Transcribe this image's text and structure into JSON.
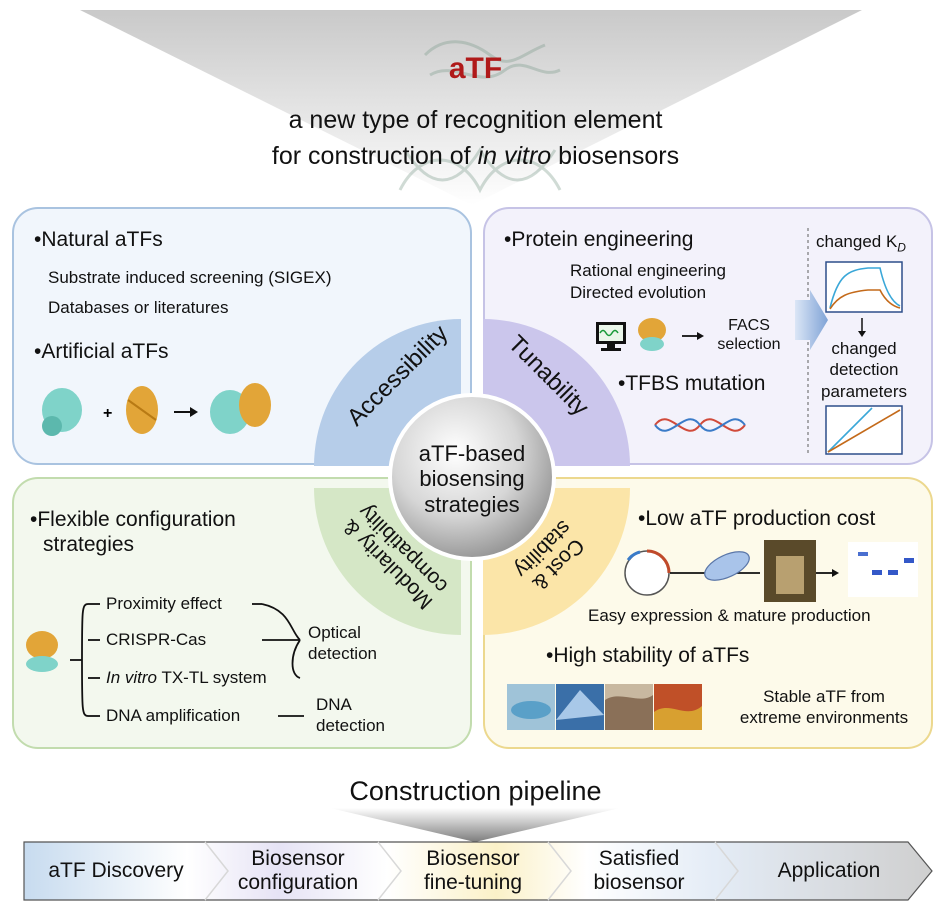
{
  "header": {
    "title": "aTF",
    "subtitle_line1": "a new type of recognition element",
    "subtitle_line2_pre": "for construction of ",
    "subtitle_line2_italic": "in vitro",
    "subtitle_line2_post": " biosensors"
  },
  "center": {
    "line1": "aTF-based",
    "line2": "biosensing",
    "line3": "strategies",
    "quadrants": {
      "accessibility": "Accessibility",
      "tunability": "Tunability",
      "modularity_line1": "Modularity &",
      "modularity_line2": "compatibility",
      "cost_line1": "Cost &",
      "cost_line2": "stability"
    }
  },
  "accessibility_panel": {
    "bullet1": "•Natural aTFs",
    "sub1": "Substrate induced screening (SIGEX)",
    "sub2": "Databases or literatures",
    "bullet2": "•Artificial aTFs",
    "plus": "+"
  },
  "tunability_panel": {
    "bullet1": "•Protein engineering",
    "sub1": "Rational engineering",
    "sub2": "Directed evolution",
    "facs_line1": "FACS",
    "facs_line2": "selection",
    "bullet2": "•TFBS mutation",
    "kd_label": "changed K",
    "kd_sub": "D",
    "changed_line1": "changed",
    "changed_line2": "detection",
    "changed_line3": "parameters"
  },
  "modularity_panel": {
    "bullet1_line1": "•Flexible configuration",
    "bullet1_line2": "strategies",
    "branch1": "Proximity effect",
    "branch2": "CRISPR-Cas",
    "branch3_italic": "In vitro",
    "branch3_rest": " TX-TL system",
    "branch4": "DNA amplification",
    "optical_line1": "Optical",
    "optical_line2": "detection",
    "dna_line1": "DNA",
    "dna_line2": "detection"
  },
  "cost_panel": {
    "bullet1": "•Low aTF production cost",
    "caption1": "Easy expression & mature production",
    "bullet2": "•High stability of aTFs",
    "caption2_line1": "Stable aTF from",
    "caption2_line2": "extreme environments"
  },
  "pipeline": {
    "title": "Construction pipeline",
    "stages": [
      {
        "line1": "aTF Discovery",
        "line2": ""
      },
      {
        "line1": "Biosensor",
        "line2": "configuration"
      },
      {
        "line1": "Biosensor",
        "line2": "fine-tuning"
      },
      {
        "line1": "Satisfied",
        "line2": "biosensor"
      },
      {
        "line1": "Application",
        "line2": ""
      }
    ]
  }
}
